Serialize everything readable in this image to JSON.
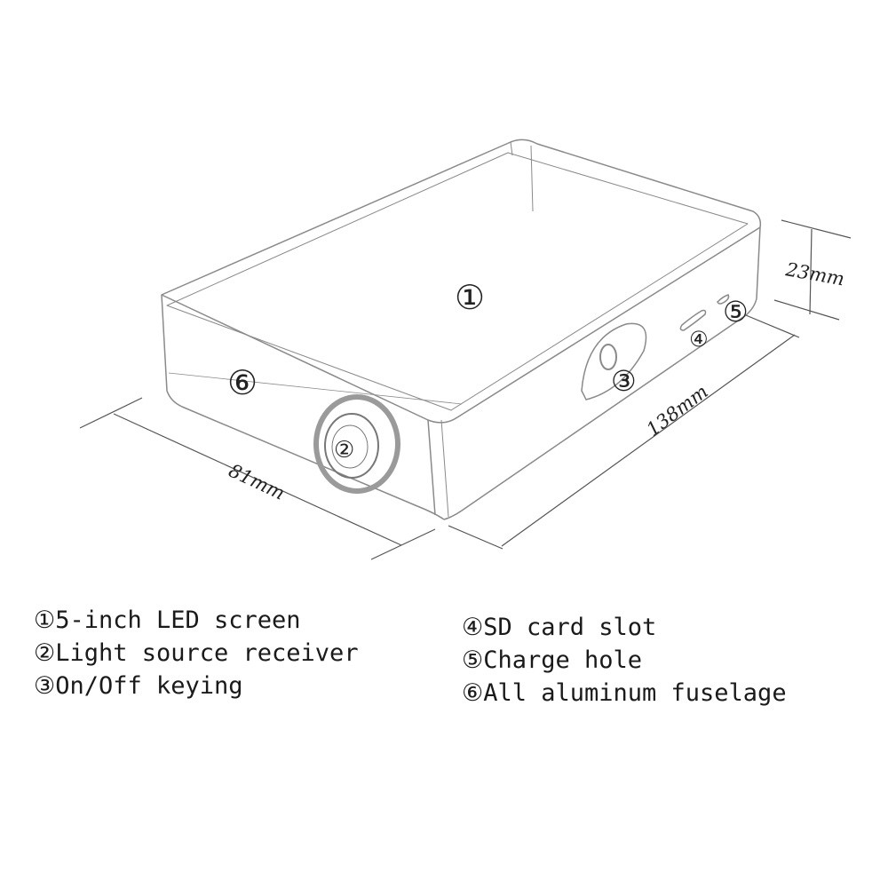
{
  "callouts": {
    "c1": "①",
    "c2": "②",
    "c3": "③",
    "c4": "④",
    "c5": "⑤",
    "c6": "⑥"
  },
  "dimensions": {
    "height": "23mm",
    "length": "138mm",
    "width": "81mm"
  },
  "legend": {
    "left": [
      "①5-inch LED screen",
      "②Light source receiver",
      "③On/Off keying"
    ],
    "right": [
      "④SD card slot",
      "⑤Charge hole",
      "⑥All aluminum fuselage"
    ]
  },
  "colors": {
    "outline": "#8a8a8a",
    "text": "#222222",
    "background": "#ffffff"
  }
}
